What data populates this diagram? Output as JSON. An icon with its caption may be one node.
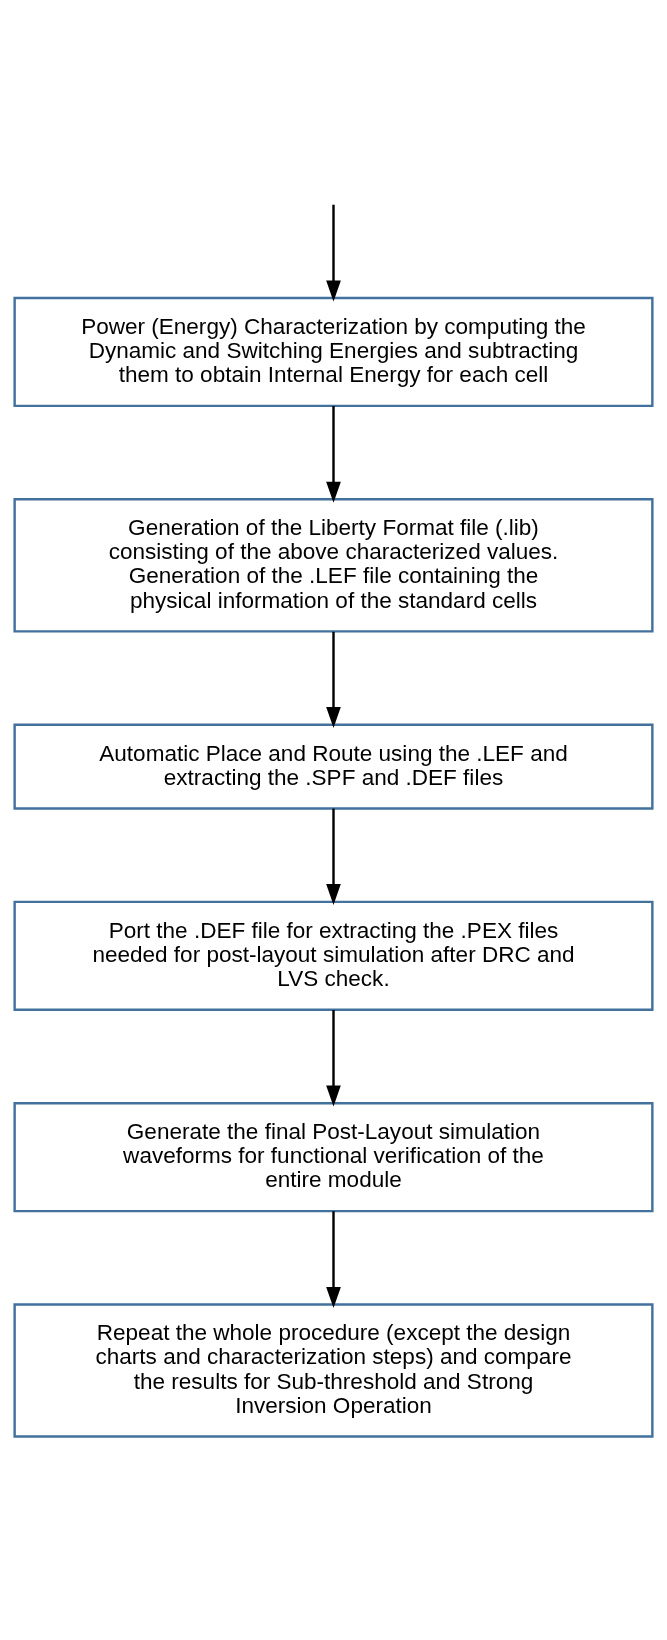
{
  "diagram": {
    "nodes": [
      {
        "text": [
          "Power (Energy) Characterization by computing the Dynamic and Switching Energies and subtracting them to obtain Internal Energy for each cell"
        ]
      },
      {
        "text": [
          "Generation of the Liberty Format file (.lib) consisting of the above characterized values. Generation of the .LEF file containing the physical information of the standard cells"
        ]
      },
      {
        "text": [
          "Automatic Place and Route using the .LEF and extracting the .SPF and .DEF files"
        ]
      },
      {
        "text": [
          "Port the .DEF file for extracting the .PEX files needed for post-layout simulation after DRC and LVS check."
        ]
      },
      {
        "text": [
          "Generate the final Post-Layout simulation waveforms for functional verification of the entire module"
        ]
      },
      {
        "text": [
          "Repeat the whole procedure (except the design charts and characterization steps) and compare the results for Sub-threshold and Strong Inversion Operation"
        ]
      }
    ],
    "edges": [
      {
        "from": null,
        "to": 0,
        "arrow": "to"
      },
      {
        "from": 0,
        "to": 1,
        "arrow": "to"
      },
      {
        "from": 1,
        "to": 2,
        "arrow": "to"
      },
      {
        "from": 2,
        "to": 3,
        "arrow": "to"
      },
      {
        "from": 3,
        "to": 4,
        "arrow": "to"
      },
      {
        "from": 4,
        "to": 5,
        "arrow": "to"
      }
    ]
  }
}
